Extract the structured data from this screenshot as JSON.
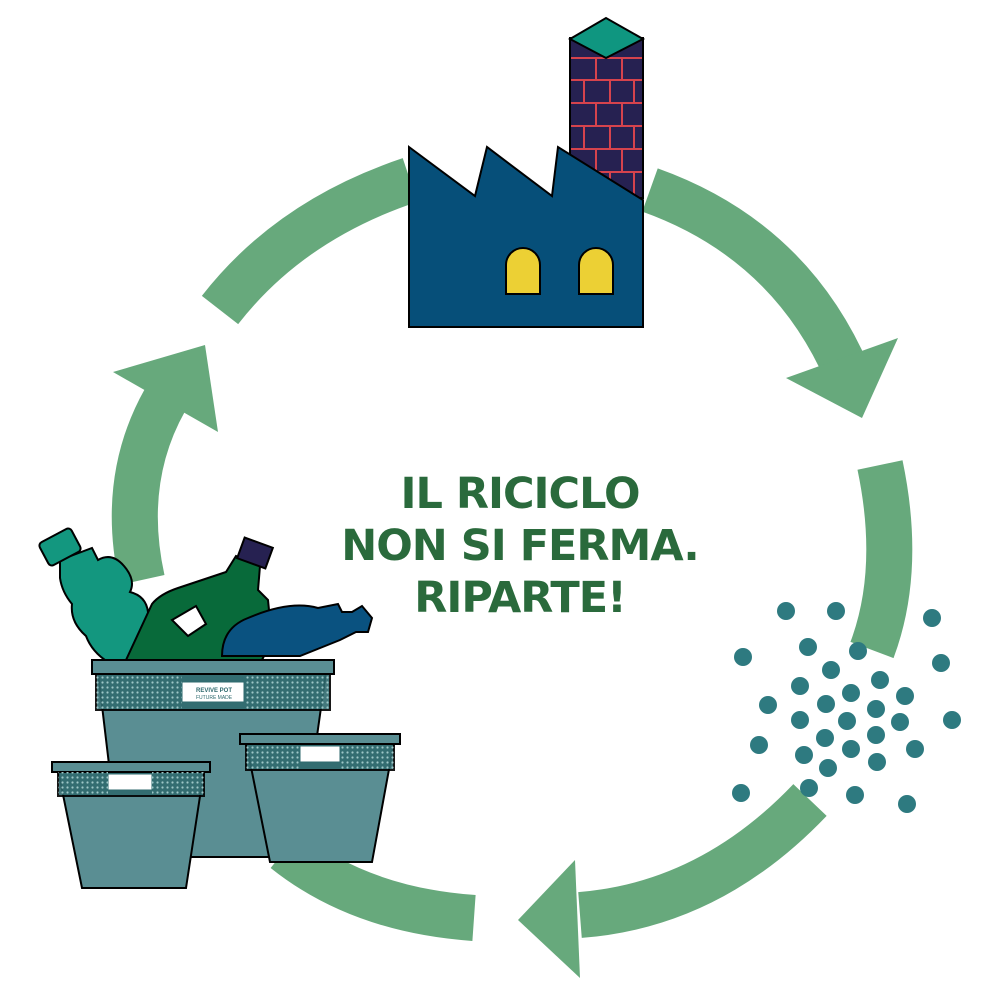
{
  "headline": {
    "lines": [
      "IL RICICLO",
      "NON SI FERMA.",
      "RIPARTE!"
    ]
  },
  "pot_labels": {
    "brand": "REVIVE POT",
    "tagline": "FUTURE MADE"
  },
  "colors": {
    "text_green": "#2a6a3c",
    "arrow_green": "#67a97c",
    "factory_blue": "#064f79",
    "chimney_purple": "#262151",
    "brick_red": "#d6434d",
    "chimney_cap_teal": "#0f9680",
    "window_yellow": "#ecd034",
    "pellet_teal": "#2e7a80",
    "pot_teal": "#5a8e93",
    "bottle_teal": "#13977f",
    "jerrycan_green": "#086a3a",
    "bottle_blue": "#0a5280"
  },
  "icons": [
    "recycle-cycle-arrows",
    "factory-icon",
    "plastic-pellets-icon",
    "plastic-waste-pots-icon"
  ]
}
